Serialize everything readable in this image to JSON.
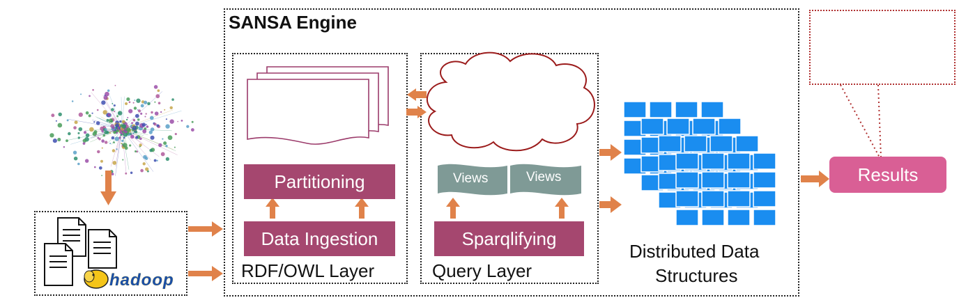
{
  "engine": {
    "title": "SANSA  Engine"
  },
  "rdf_layer": {
    "label": "RDF/OWL Layer",
    "partitioning": "Partitioning",
    "ingestion": "Data Ingestion"
  },
  "query_layer": {
    "label": "Query Layer",
    "views": [
      "Views",
      "Views"
    ],
    "sparqlifying": "Sparqlifying"
  },
  "distributed": {
    "label_line1": "Distributed Data",
    "label_line2": "Structures"
  },
  "results": {
    "label": "Results"
  },
  "source": {
    "hadoop_logo_text": "hadoop"
  },
  "colors": {
    "accent_bar": "#a5476f",
    "results": "#d95f95",
    "arrow": "#e0824a",
    "tile": "#1a8df0",
    "views": "#7f9a96",
    "cloud_stroke": "#9b1b1b",
    "doc_stroke": "#9b3a6a"
  }
}
